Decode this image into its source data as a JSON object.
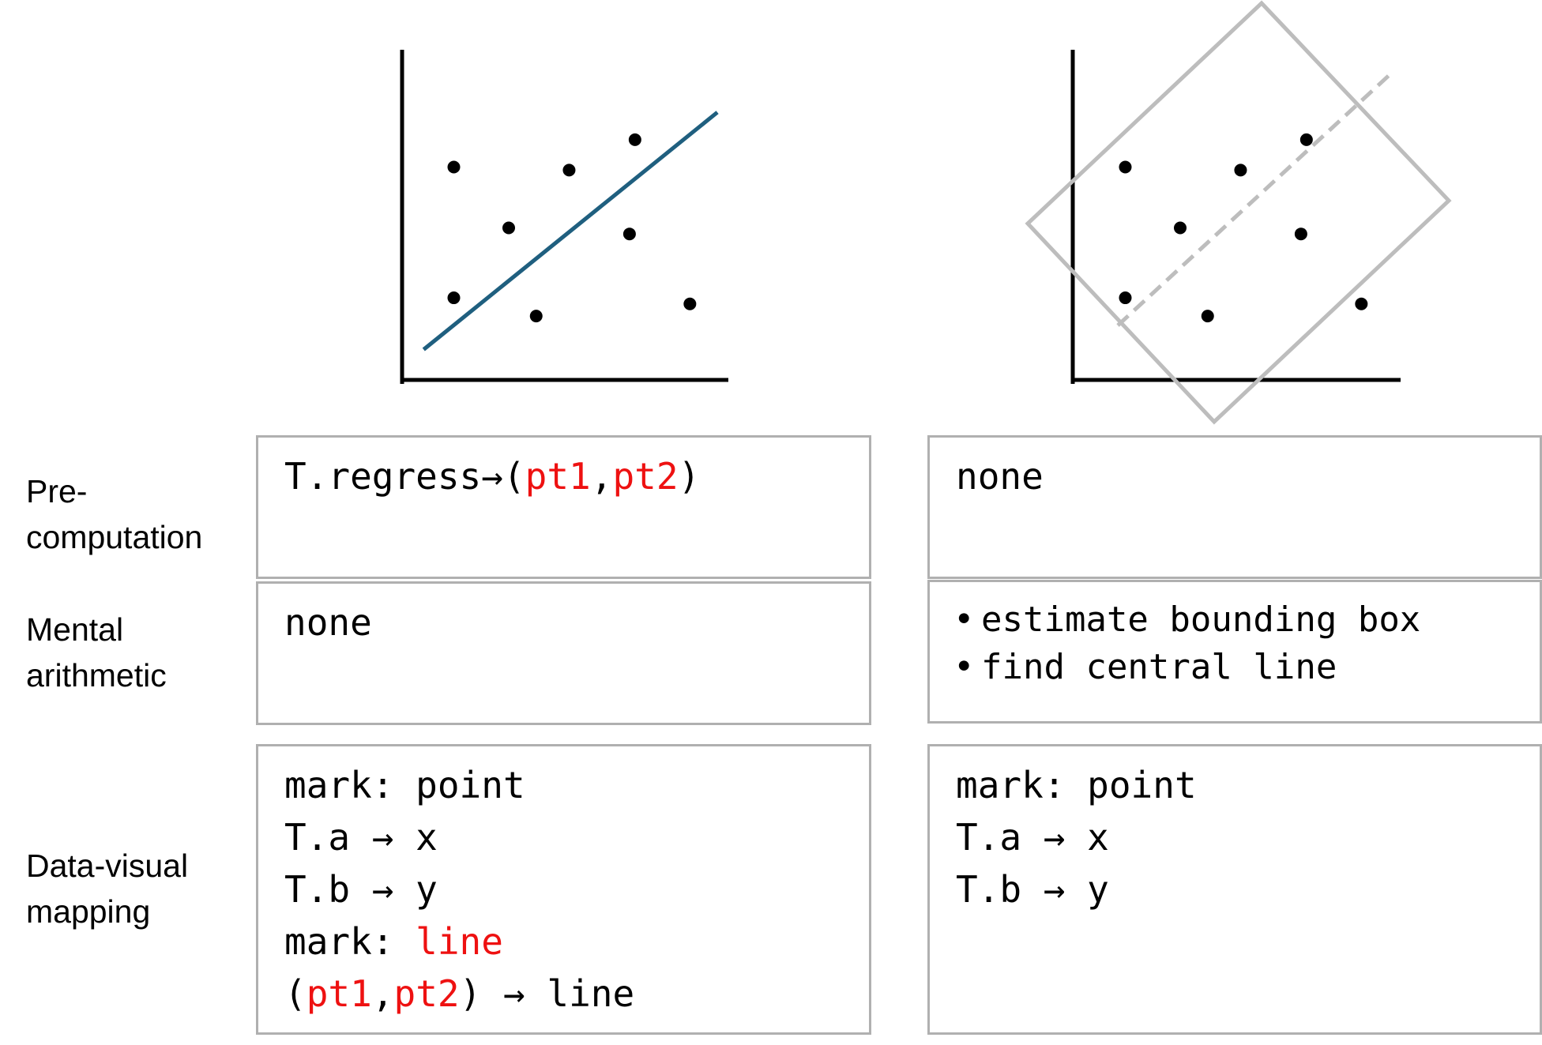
{
  "left_plot": {
    "points": [
      {
        "x": 1.0,
        "y": 7.0
      },
      {
        "x": 2.0,
        "y": 5.0
      },
      {
        "x": 3.1,
        "y": 6.9
      },
      {
        "x": 4.3,
        "y": 7.9
      },
      {
        "x": 4.2,
        "y": 4.8
      },
      {
        "x": 1.0,
        "y": 2.7
      },
      {
        "x": 2.5,
        "y": 2.1
      },
      {
        "x": 5.3,
        "y": 2.5
      }
    ],
    "regression_line": {
      "x1": 0.45,
      "y1": 1.0,
      "x2": 5.8,
      "y2": 8.8,
      "color": "#1f5f7f"
    }
  },
  "right_plot": {
    "points": [
      {
        "x": 1.0,
        "y": 7.0
      },
      {
        "x": 2.0,
        "y": 5.0
      },
      {
        "x": 3.1,
        "y": 6.9
      },
      {
        "x": 4.3,
        "y": 7.9
      },
      {
        "x": 4.2,
        "y": 4.8
      },
      {
        "x": 1.0,
        "y": 2.7
      },
      {
        "x": 2.5,
        "y": 2.1
      },
      {
        "x": 5.3,
        "y": 2.5
      }
    ],
    "overlay_color": "#bdbdbd"
  },
  "rows": {
    "precomputation": {
      "label_line1": "Pre-",
      "label_line2": "computation"
    },
    "mental": {
      "label_line1": "Mental",
      "label_line2": "arithmetic"
    },
    "mapping": {
      "label_line1": "Data-visual",
      "label_line2": "mapping"
    }
  },
  "left": {
    "precomputation": {
      "prefix": "T.regress→(",
      "pt1": "pt1",
      "comma": ",",
      "pt2": "pt2",
      "suffix": ")"
    },
    "mental": {
      "text": "none"
    },
    "mapping": {
      "line1": "mark: point",
      "line2": "T.a → x",
      "line3": "T.b → y",
      "line4_prefix": "mark: ",
      "line4_mark": "line",
      "line5_open": "(",
      "line5_pt1": "pt1",
      "line5_comma": ",",
      "line5_pt2": "pt2",
      "line5_rest": ") → line"
    }
  },
  "right": {
    "precomputation": {
      "text": "none"
    },
    "mental": {
      "bullet": "•",
      "items": [
        "estimate bounding box",
        "find central line"
      ]
    },
    "mapping": {
      "line1": "mark: point",
      "line2": "T.a → x",
      "line3": "T.b → y"
    }
  },
  "colors": {
    "highlight": "#ee1111",
    "box_border": "#b0b0b0",
    "regression": "#1f5f7f",
    "overlay": "#bdbdbd"
  }
}
